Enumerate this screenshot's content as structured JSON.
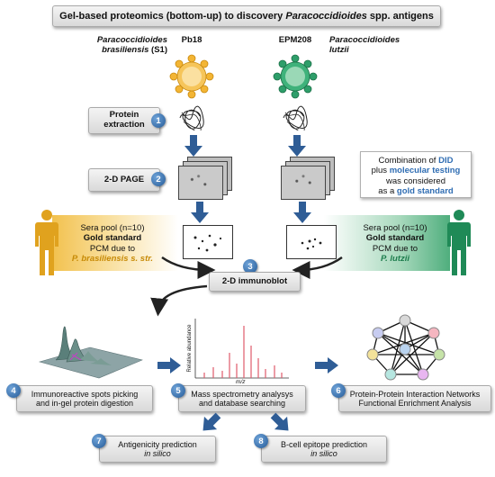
{
  "title_pre": "Gel-based proteomics (bottom-up) to discovery ",
  "title_italic": "Paracoccidioides",
  "title_post": " spp. antigens",
  "species_left": {
    "genus": "Paracoccidioides",
    "epithet": "brasiliensis",
    "suffix": "(S1)",
    "strain": "Pb18",
    "color": "#f3b534"
  },
  "species_right": {
    "genus": "Paracoccidioides",
    "epithet": "lutzii",
    "strain": "EPM208",
    "color": "#2e9e6a"
  },
  "steps": {
    "s1": {
      "num": "1",
      "line1": "Protein",
      "line2": "extraction"
    },
    "s2": {
      "num": "2",
      "label": "2-D PAGE"
    },
    "s3": {
      "num": "3",
      "label": "2-D immunoblot"
    },
    "s4": {
      "num": "4",
      "line1": "Immunoreactive spots picking",
      "line2": "and in-gel protein digestion"
    },
    "s5": {
      "num": "5",
      "line1": "Mass spectrometry analysys",
      "line2": "and database searching"
    },
    "s6": {
      "num": "6",
      "line1": "Protein-Protein Interaction Networks",
      "line2": "Functional Enrichment Analysis"
    },
    "s7": {
      "num": "7",
      "line1": "Antigenicity prediction",
      "line2": "in silico"
    },
    "s8": {
      "num": "8",
      "line1": "B-cell epitope prediction",
      "line2": "in silico"
    }
  },
  "gold_standard_note": {
    "p1": "Combination of ",
    "p2": "DID",
    "p3": "plus ",
    "p4": "molecular testing",
    "p5": "was considered",
    "p6": "as a ",
    "p7": "gold standard"
  },
  "sera_left": {
    "l1": "Sera pool (n=10)",
    "l2": "Gold standard",
    "l3": "PCM due to",
    "l4": "P. brasiliensis s. str."
  },
  "sera_right": {
    "l1": "Sera pool (n=10)",
    "l2": "Gold standard",
    "l3": "PCM due to",
    "l4": "P. lutzii"
  },
  "ms_chart": {
    "ylabel": "Relative abundance",
    "xlabel": "m/z"
  },
  "colors": {
    "arrow_blue": "#2f5d96",
    "step_circle": "#2e67a5",
    "gold": "#f2c14e",
    "green": "#4fae7d",
    "accent_blue": "#2f6db3"
  }
}
